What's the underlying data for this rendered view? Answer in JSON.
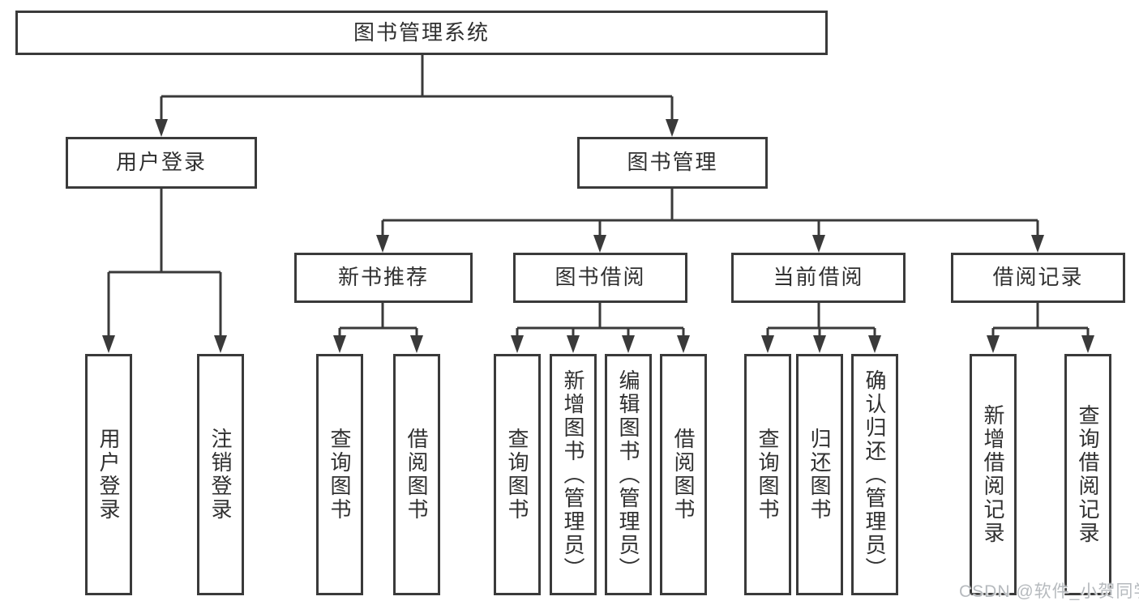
{
  "tree": {
    "root": {
      "label": "图书管理系统",
      "children": [
        {
          "label": "用户登录",
          "children": [
            {
              "label": "用户登录"
            },
            {
              "label": "注销登录"
            }
          ]
        },
        {
          "label": "图书管理",
          "children": [
            {
              "label": "新书推荐",
              "children": [
                {
                  "label": "查询图书"
                },
                {
                  "label": "借阅图书"
                }
              ]
            },
            {
              "label": "图书借阅",
              "children": [
                {
                  "label": "查询图书"
                },
                {
                  "label": "新增图书（管理员）"
                },
                {
                  "label": "编辑图书（管理员）"
                },
                {
                  "label": "借阅图书"
                }
              ]
            },
            {
              "label": "当前借阅",
              "children": [
                {
                  "label": "查询图书"
                },
                {
                  "label": "归还图书"
                },
                {
                  "label": "确认归还（管理员）"
                }
              ]
            },
            {
              "label": "借阅记录",
              "children": [
                {
                  "label": "新增借阅记录"
                },
                {
                  "label": "查询借阅记录"
                }
              ]
            }
          ]
        }
      ]
    }
  },
  "watermark": {
    "text": "CSDN @软件_小贺同学"
  },
  "colors": {
    "line": "#3a3a3a",
    "box_border": "#3a3a3a",
    "text": "#303030",
    "background": "#ffffff",
    "watermark": "#b6babe"
  }
}
